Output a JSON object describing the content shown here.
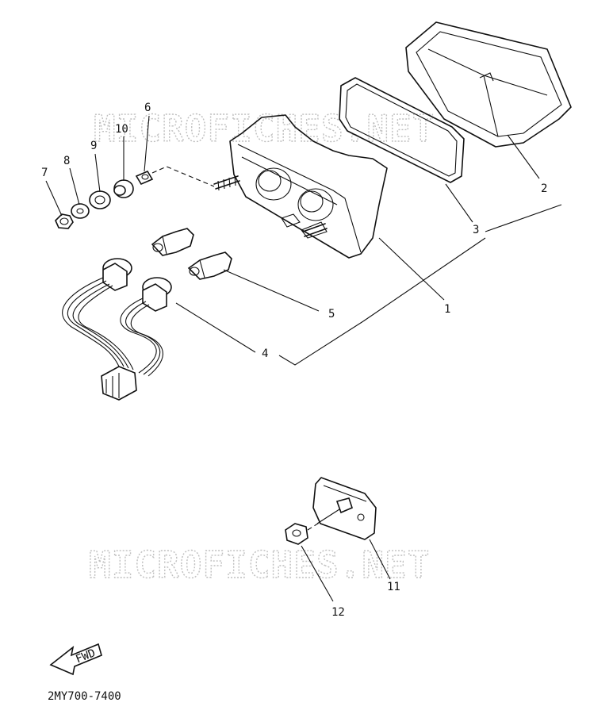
{
  "watermark": "MICROFICHES.NET",
  "diagram_code": "2MY700-7400",
  "front_arrow_label": "FWD",
  "callouts": [
    {
      "id": "1",
      "label": "1"
    },
    {
      "id": "2",
      "label": "2"
    },
    {
      "id": "3",
      "label": "3"
    },
    {
      "id": "4",
      "label": "4"
    },
    {
      "id": "5",
      "label": "5"
    },
    {
      "id": "6",
      "label": "6"
    },
    {
      "id": "7",
      "label": "7"
    },
    {
      "id": "8",
      "label": "8"
    },
    {
      "id": "9",
      "label": "9"
    },
    {
      "id": "10",
      "label": "10"
    },
    {
      "id": "11",
      "label": "11"
    },
    {
      "id": "12",
      "label": "12"
    }
  ],
  "colors": {
    "line": "#111111",
    "watermark": "#bfbfbf",
    "background": "#ffffff"
  }
}
